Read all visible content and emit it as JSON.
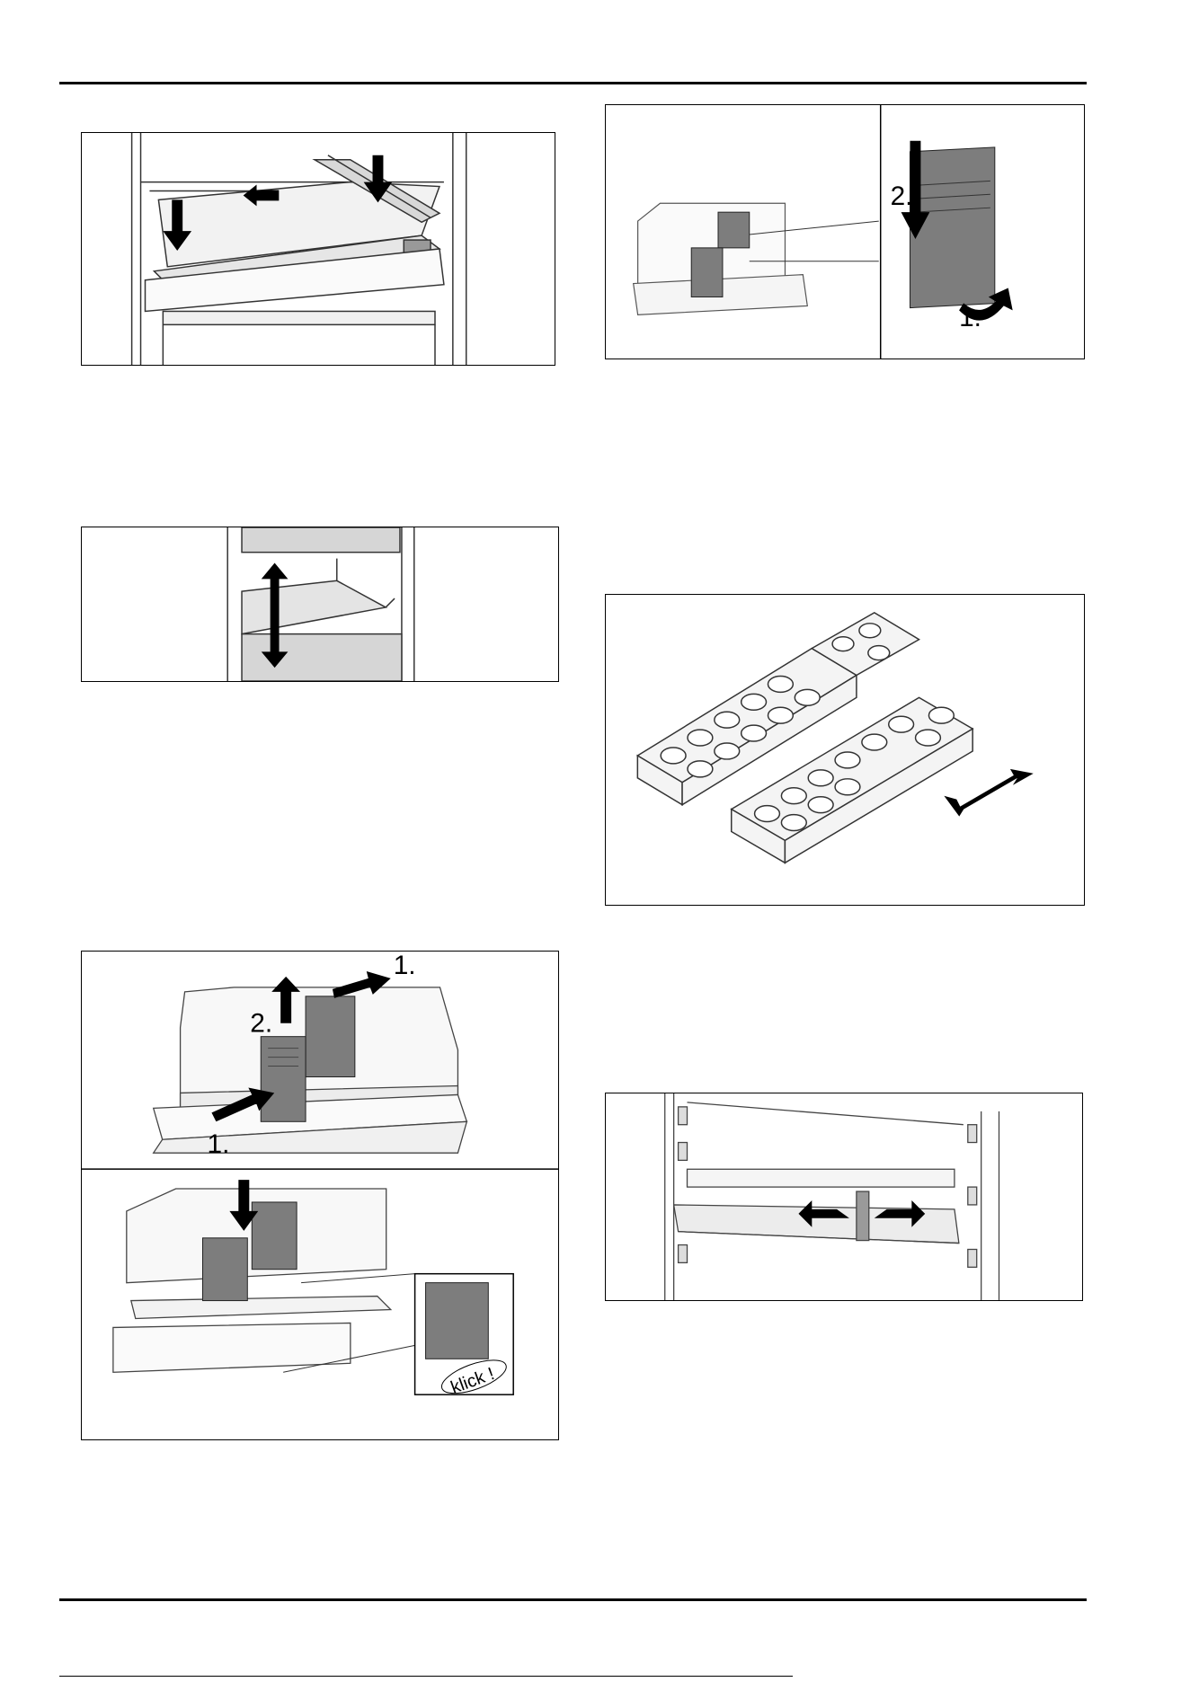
{
  "figures": {
    "fig_shelf": {},
    "fig_drawer": {},
    "fig_divider_insert": {
      "step1_label_top": "1.",
      "step2_label": "2.",
      "step1_label_bottom": "1.",
      "click_label": "klick !"
    },
    "fig_divider_remove": {
      "step2_label": "2.",
      "step1_label": "1."
    },
    "fig_egg_tray": {},
    "fig_door_shelf": {}
  }
}
